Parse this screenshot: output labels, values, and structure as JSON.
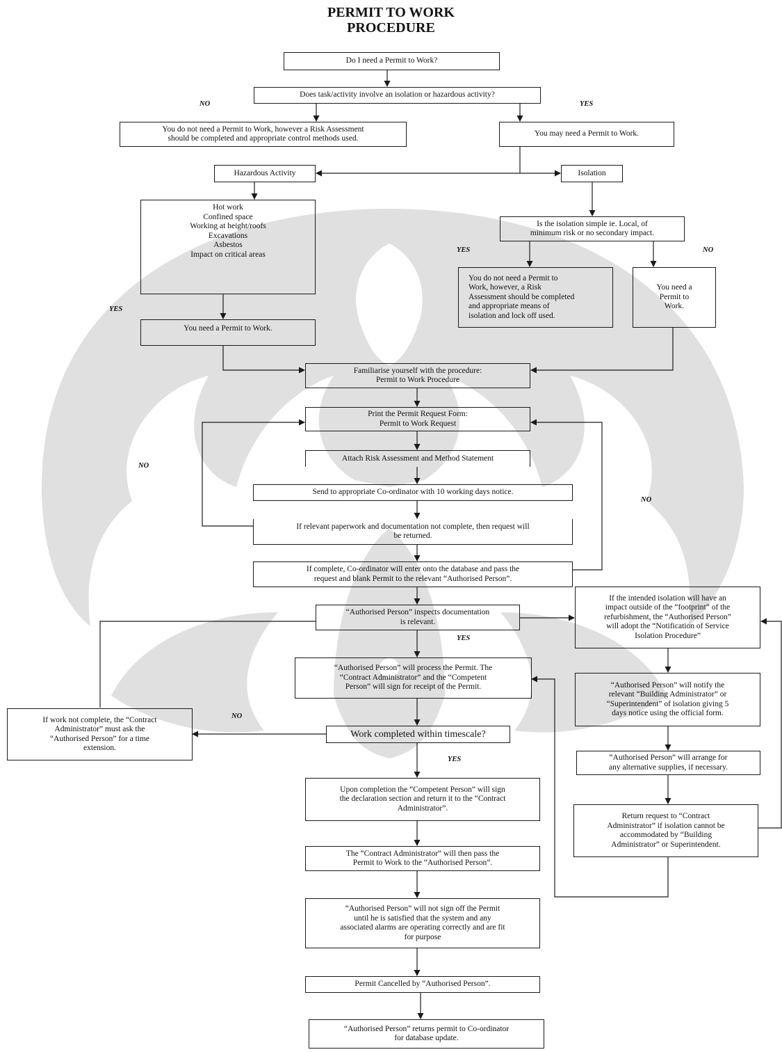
{
  "title": {
    "line1": "PERMIT TO WORK",
    "line2": "PROCEDURE"
  },
  "boxes": {
    "q_need_permit": "Do I need a Permit to Work?",
    "q_isolation_hazard": "Does task/activity involve an isolation or hazardous activity?",
    "no_permit_risk": "You do not need a Permit to Work, however a Risk Assessment\nshould be completed and appropriate control methods used.",
    "may_need_permit": "You may need a Permit to Work.",
    "hazardous_activity": "Hazardous Activity",
    "isolation": "Isolation",
    "hazard_list": "Hot work\nConfined space\nWorking at height/roofs\nExcavations\nAsbestos\nImpact on critical areas",
    "isolation_simple": "Is the isolation simple ie. Local, of\nminimum risk or no secondary impact.",
    "no_permit_isolation": "You do not need a Permit to\nWork, however, a Risk\nAssessment should be completed\nand appropriate means of\nisolation and lock off used.",
    "need_permit_right": "You need a\nPermit to\nWork.",
    "need_permit_left": "You need a Permit to Work.",
    "familiarise": "Familiarise yourself with the procedure:\nPermit to Work Procedure",
    "print_form": "Print the Permit Request Form:\nPermit to Work Request",
    "attach_risk": "Attach Risk Assessment and Method Statement",
    "send_coordinator": "Send to appropriate Co-ordinator with 10 working days notice.",
    "paperwork_incomplete": "If relevant paperwork and documentation not complete, then request will\nbe returned.",
    "complete_database": "If complete, Co-ordinator will enter onto the database and pass the\nrequest and blank Permit to the relevant “Authorised Person”.",
    "inspects_docs": "“Authorised Person” inspects documentation\nis relevant.",
    "footprint_impact": "If the intended isolation will have an\nimpact outside of the “footprint” of the\nrefurbishment, the “Authorised Person”\nwill adopt the “Notification of Service\nIsolation Procedure”",
    "process_permit": "“Authorised Person” will process the Permit.  The\n“Contract Administrator” and the “Competent\nPerson” will sign for receipt of the Permit.",
    "notify_building": "“Authorised Person” will notify the\nrelevant “Building Administrator” or\n“Superintendent” of isolation giving 5\ndays notice using the official form.",
    "work_not_complete": "If work not complete, the “Contract\nAdministrator” must ask the\n“Authorised Person” for a time\nextension.",
    "work_completed": "Work completed within timescale?",
    "alt_supplies": "“Authorised Person” will arrange for\nany alternative supplies, if necessary.",
    "competent_sign": "Upon completion the “Competent Person” will sign\nthe declaration section and return it to the “Contract\nAdministrator”.",
    "return_request": "Return request to “Contract\nAdministrator” if isolation cannot be\naccommodated by “Building\nAdministrator” or Superintendent.",
    "contract_pass": "The “Contract Administrator” will then pass the\nPermit to Work to the “Authorised Person”.",
    "not_sign_off": "“Authorised Person” will not sign off the Permit\nuntil he is satisfied that the system and any\nassociated alarms are operating correctly and are fit\nfor purpose",
    "cancelled": "Permit Cancelled by “Authorised Person”.",
    "returns_coordinator": "“Authorised Person” returns permit to Co-ordinator\nfor database update."
  },
  "labels": {
    "no_top": "NO",
    "yes_top": "YES",
    "yes_isolation": "YES",
    "no_isolation": "NO",
    "yes_hazard": "YES",
    "no_loop_left": "NO",
    "no_loop_right": "NO",
    "yes_inspect": "YES",
    "no_work": "NO",
    "yes_work": "YES"
  }
}
